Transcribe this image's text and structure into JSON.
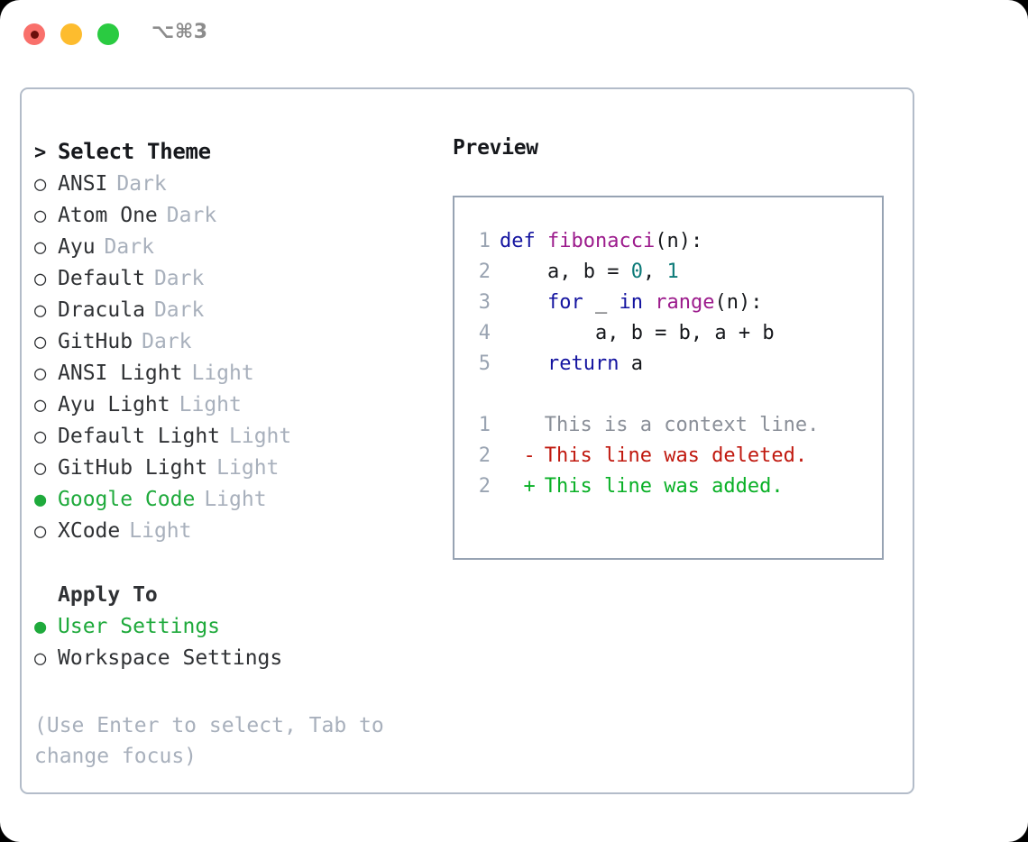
{
  "window": {
    "shortcut": "⌥⌘3",
    "traffic_lights": [
      {
        "name": "close",
        "color": "#f9706b"
      },
      {
        "name": "minimize",
        "color": "#fdbc2e"
      },
      {
        "name": "maximize",
        "color": "#2acb41"
      }
    ]
  },
  "selector": {
    "title": "Select Theme",
    "title_marker": ">",
    "marker_selected": "●",
    "marker_unselected": "○",
    "accent_color": "#1faa3c",
    "themes": [
      {
        "name": "ANSI",
        "kind": "Dark",
        "selected": false
      },
      {
        "name": "Atom One",
        "kind": "Dark",
        "selected": false
      },
      {
        "name": "Ayu",
        "kind": "Dark",
        "selected": false
      },
      {
        "name": "Default",
        "kind": "Dark",
        "selected": false
      },
      {
        "name": "Dracula",
        "kind": "Dark",
        "selected": false
      },
      {
        "name": "GitHub",
        "kind": "Dark",
        "selected": false
      },
      {
        "name": "ANSI Light",
        "kind": "Light",
        "selected": false
      },
      {
        "name": "Ayu Light",
        "kind": "Light",
        "selected": false
      },
      {
        "name": "Default Light",
        "kind": "Light",
        "selected": false
      },
      {
        "name": "GitHub Light",
        "kind": "Light",
        "selected": false
      },
      {
        "name": "Google Code",
        "kind": "Light",
        "selected": true
      },
      {
        "name": "XCode",
        "kind": "Light",
        "selected": false
      }
    ],
    "apply_to": {
      "heading": "Apply To",
      "options": [
        {
          "label": "User Settings",
          "selected": true
        },
        {
          "label": "Workspace Settings",
          "selected": false
        }
      ]
    },
    "hint": "(Use Enter to select, Tab to change focus)"
  },
  "preview": {
    "label": "Preview",
    "code_lines": [
      {
        "no": "1",
        "tokens": [
          {
            "t": "def ",
            "c": "kw"
          },
          {
            "t": "fibonacci",
            "c": "fn"
          },
          {
            "t": "(n):",
            "c": "txt"
          }
        ]
      },
      {
        "no": "2",
        "tokens": [
          {
            "t": "    a, b = ",
            "c": "txt"
          },
          {
            "t": "0",
            "c": "num"
          },
          {
            "t": ", ",
            "c": "txt"
          },
          {
            "t": "1",
            "c": "num"
          }
        ]
      },
      {
        "no": "3",
        "tokens": [
          {
            "t": "    ",
            "c": "txt"
          },
          {
            "t": "for",
            "c": "kw"
          },
          {
            "t": " _ ",
            "c": "txt"
          },
          {
            "t": "in",
            "c": "kw"
          },
          {
            "t": " ",
            "c": "txt"
          },
          {
            "t": "range",
            "c": "fn"
          },
          {
            "t": "(n):",
            "c": "txt"
          }
        ]
      },
      {
        "no": "4",
        "tokens": [
          {
            "t": "        a, b = b, a + b",
            "c": "txt"
          }
        ]
      },
      {
        "no": "5",
        "tokens": [
          {
            "t": "    ",
            "c": "txt"
          },
          {
            "t": "return",
            "c": "kw"
          },
          {
            "t": " a",
            "c": "txt"
          }
        ]
      }
    ],
    "diff_lines": [
      {
        "no": "1",
        "mark": " ",
        "text": "This is a context line.",
        "kind": "ctx"
      },
      {
        "no": "2",
        "mark": "-",
        "text": "This line was deleted.",
        "kind": "del"
      },
      {
        "no": "2",
        "mark": "+",
        "text": "This line was added.",
        "kind": "add"
      }
    ],
    "syntax_colors": {
      "keyword": "#1414a0",
      "function": "#9c1b8c",
      "number": "#0c7a78",
      "text": "#16181c",
      "lineno": "#9aa4b2",
      "diff_context": "#8a8f98",
      "diff_deleted": "#c0180e",
      "diff_added": "#09b026"
    }
  }
}
